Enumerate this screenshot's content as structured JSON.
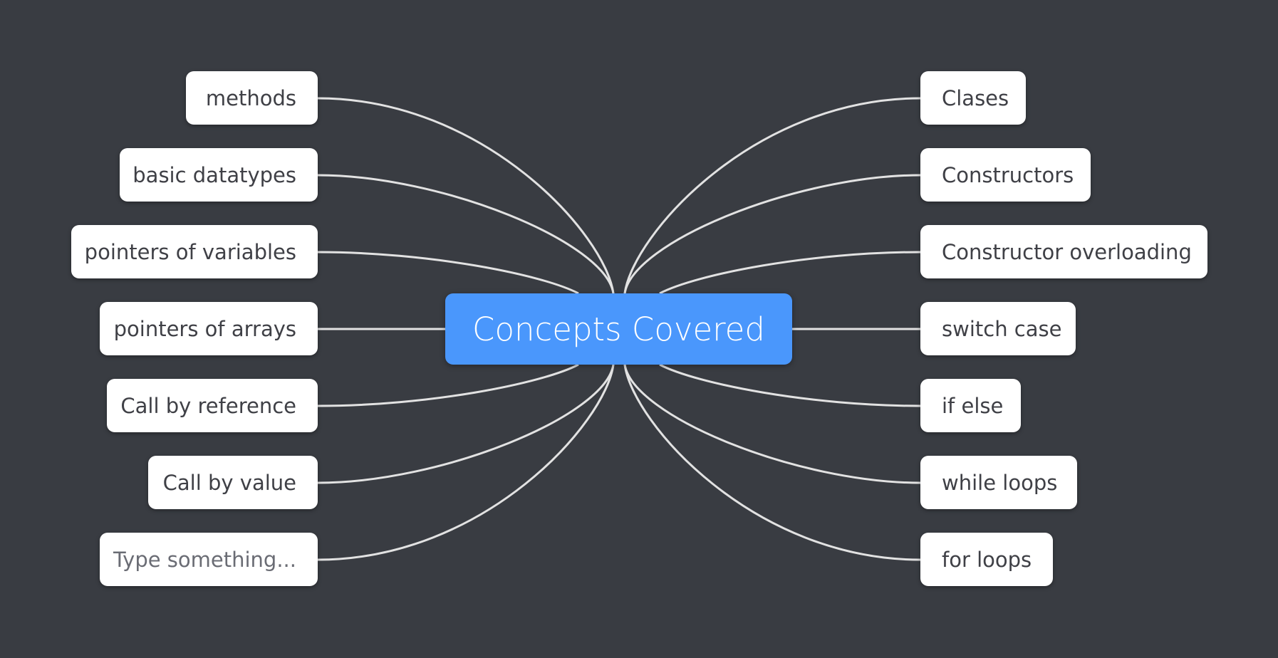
{
  "central_topic": "Concepts Covered",
  "left_topics": [
    "methods",
    "basic datatypes",
    "pointers of variables",
    "pointers of arrays",
    "Call by reference",
    "Call by value",
    "Type something..."
  ],
  "right_topics": [
    "Clases",
    "Constructors",
    "Constructor overloading",
    "switch case",
    "if else",
    "while loops",
    "for loops"
  ],
  "colors": {
    "background": "#393c42",
    "central_fill": "#4a97fc",
    "node_fill": "#ffffff",
    "connector": "#e2e2e2"
  }
}
